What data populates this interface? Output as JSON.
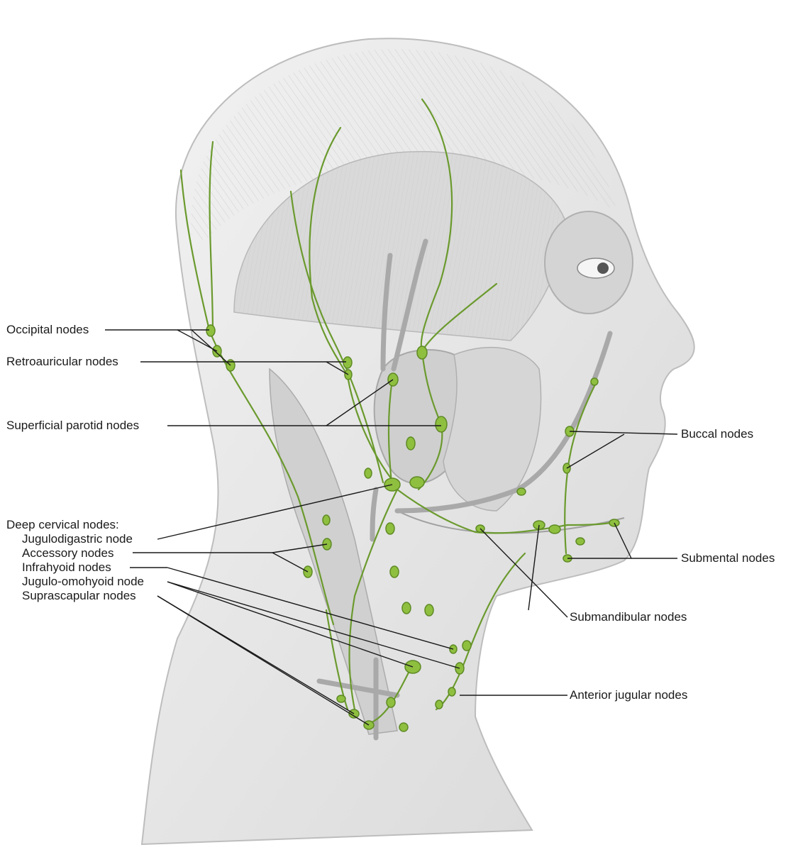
{
  "labels": {
    "occipital": "Occipital nodes",
    "retroauricular": "Retroauricular nodes",
    "superficial_parotid": "Superficial parotid nodes",
    "deep_cervical_heading": "Deep cervical nodes:",
    "jugulodigastric": "Jugulodigastric node",
    "accessory": "Accessory nodes",
    "infrahyoid": "Infrahyoid nodes",
    "jugulo_omohyoid": "Jugulo-omohyoid node",
    "suprascapular": "Suprascapular nodes",
    "buccal": "Buccal nodes",
    "submental": "Submental nodes",
    "submandibular": "Submandibular nodes",
    "anterior_jugular": "Anterior jugular nodes"
  },
  "colors": {
    "lymph_green": "#6b9a2e",
    "node_fill": "#8fbf3f",
    "skin": "#e4e4e4",
    "muscle": "#d2d2d2",
    "leader_line": "#1a1a1a"
  }
}
